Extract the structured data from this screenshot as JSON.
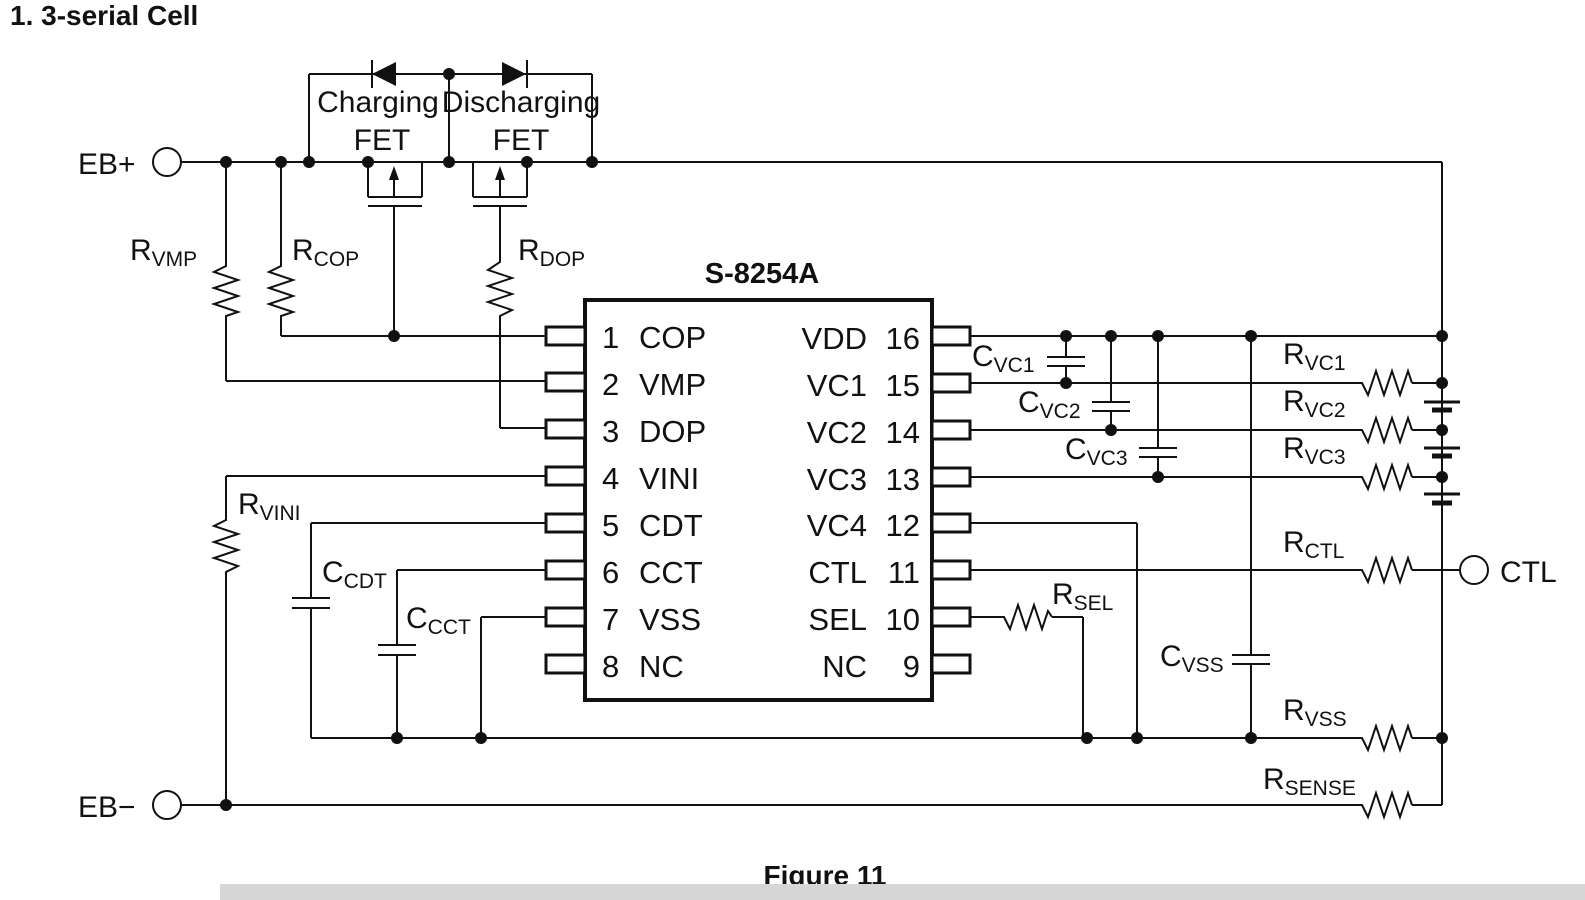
{
  "heading": "1.  3-serial Cell",
  "chip": {
    "name": "S-8254A",
    "left_pins": [
      {
        "num": "1",
        "name": "COP"
      },
      {
        "num": "2",
        "name": "VMP"
      },
      {
        "num": "3",
        "name": "DOP"
      },
      {
        "num": "4",
        "name": "VINI"
      },
      {
        "num": "5",
        "name": "CDT"
      },
      {
        "num": "6",
        "name": "CCT"
      },
      {
        "num": "7",
        "name": "VSS"
      },
      {
        "num": "8",
        "name": "NC"
      }
    ],
    "right_pins": [
      {
        "num": "16",
        "name": "VDD"
      },
      {
        "num": "15",
        "name": "VC1"
      },
      {
        "num": "14",
        "name": "VC2"
      },
      {
        "num": "13",
        "name": "VC3"
      },
      {
        "num": "12",
        "name": "VC4"
      },
      {
        "num": "11",
        "name": "CTL"
      },
      {
        "num": "10",
        "name": "SEL"
      },
      {
        "num": "9",
        "name": "NC"
      }
    ]
  },
  "terminals": {
    "eb_plus": "EB+",
    "eb_minus": "EB−",
    "ctl": "CTL"
  },
  "fets": {
    "charging": [
      "Charging",
      "FET"
    ],
    "discharging": [
      "Discharging",
      "FET"
    ]
  },
  "components": {
    "rvmp": {
      "main": "R",
      "sub": "VMP"
    },
    "rcop": {
      "main": "R",
      "sub": "COP"
    },
    "rdop": {
      "main": "R",
      "sub": "DOP"
    },
    "rvini": {
      "main": "R",
      "sub": "VINI"
    },
    "ccdt": {
      "main": "C",
      "sub": "CDT"
    },
    "ccct": {
      "main": "C",
      "sub": "CCT"
    },
    "cvc1": {
      "main": "C",
      "sub": "VC1"
    },
    "cvc2": {
      "main": "C",
      "sub": "VC2"
    },
    "cvc3": {
      "main": "C",
      "sub": "VC3"
    },
    "cvss": {
      "main": "C",
      "sub": "VSS"
    },
    "rvc1": {
      "main": "R",
      "sub": "VC1"
    },
    "rvc2": {
      "main": "R",
      "sub": "VC2"
    },
    "rvc3": {
      "main": "R",
      "sub": "VC3"
    },
    "rctl": {
      "main": "R",
      "sub": "CTL"
    },
    "rsel": {
      "main": "R",
      "sub": "SEL"
    },
    "rvss": {
      "main": "R",
      "sub": "VSS"
    },
    "rsense": {
      "main": "R",
      "sub": "SENSE"
    }
  },
  "caption": "Figure 11"
}
